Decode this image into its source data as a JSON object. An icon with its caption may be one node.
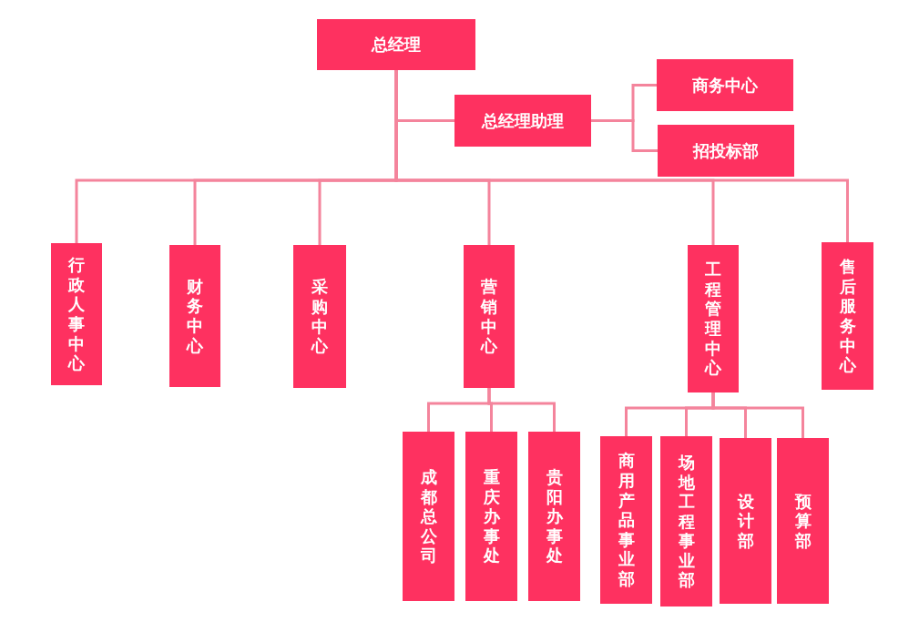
{
  "diagram": {
    "nodes": [
      {
        "text": [
          "总经理"
        ]
      },
      {
        "text": [
          "总经理助理"
        ]
      },
      {
        "text": [
          "商务中心"
        ]
      },
      {
        "text": [
          "招投标部"
        ]
      },
      {
        "text": [
          "行政人事中心"
        ]
      },
      {
        "text": [
          "财务中心"
        ]
      },
      {
        "text": [
          "采购中心"
        ]
      },
      {
        "text": [
          "营销中心"
        ]
      },
      {
        "text": [
          "工程管理中心"
        ]
      },
      {
        "text": [
          "售后服务中心"
        ]
      },
      {
        "text": [
          "成都总公司"
        ]
      },
      {
        "text": [
          "重庆办事处"
        ]
      },
      {
        "text": [
          "贵阳办事处"
        ]
      },
      {
        "text": [
          "商用产品事业部"
        ]
      },
      {
        "text": [
          "场地工程事业部"
        ]
      },
      {
        "text": [
          "设计部"
        ]
      },
      {
        "text": [
          "预算部"
        ]
      }
    ],
    "edges": [
      {
        "from": 0,
        "to": 1,
        "arrow": "none"
      },
      {
        "from": 1,
        "to": 2,
        "arrow": "none"
      },
      {
        "from": 1,
        "to": 3,
        "arrow": "none"
      },
      {
        "from": 0,
        "to": 4,
        "arrow": "none"
      },
      {
        "from": 0,
        "to": 5,
        "arrow": "none"
      },
      {
        "from": 0,
        "to": 6,
        "arrow": "none"
      },
      {
        "from": 0,
        "to": 7,
        "arrow": "none"
      },
      {
        "from": 0,
        "to": 8,
        "arrow": "none"
      },
      {
        "from": 0,
        "to": 9,
        "arrow": "none"
      },
      {
        "from": 7,
        "to": 10,
        "arrow": "none"
      },
      {
        "from": 7,
        "to": 11,
        "arrow": "none"
      },
      {
        "from": 7,
        "to": 12,
        "arrow": "none"
      },
      {
        "from": 8,
        "to": 13,
        "arrow": "none"
      },
      {
        "from": 8,
        "to": 14,
        "arrow": "none"
      },
      {
        "from": 8,
        "to": 15,
        "arrow": "none"
      },
      {
        "from": 8,
        "to": 16,
        "arrow": "none"
      }
    ]
  }
}
